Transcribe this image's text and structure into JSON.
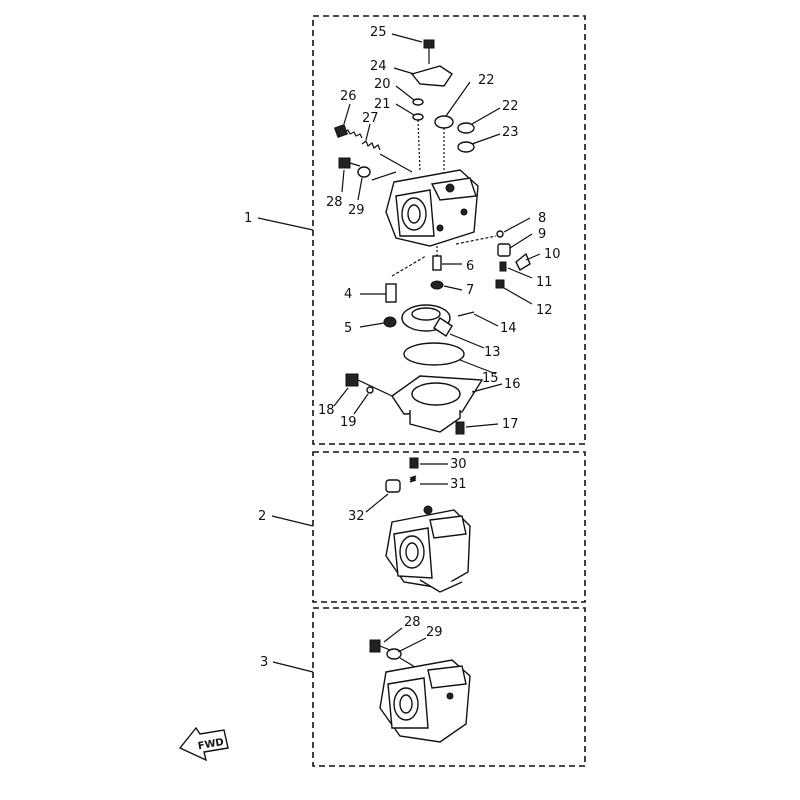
{
  "diagram": {
    "callouts": {
      "c1": "1",
      "c2": "2",
      "c3": "3",
      "c4": "4",
      "c5": "5",
      "c6": "6",
      "c7": "7",
      "c8": "8",
      "c9": "9",
      "c10": "10",
      "c11": "11",
      "c12": "12",
      "c13": "13",
      "c14": "14",
      "c15": "15",
      "c16": "16",
      "c17": "17",
      "c18": "18",
      "c19": "19",
      "c20": "20",
      "c21": "21",
      "c22a": "22",
      "c22b": "22",
      "c23": "23",
      "c24": "24",
      "c25": "25",
      "c26": "26",
      "c27": "27",
      "c28a": "28",
      "c29a": "29",
      "c30": "30",
      "c31": "31",
      "c32": "32",
      "c28b": "28",
      "c29b": "29"
    },
    "direction_label": "FWD"
  }
}
